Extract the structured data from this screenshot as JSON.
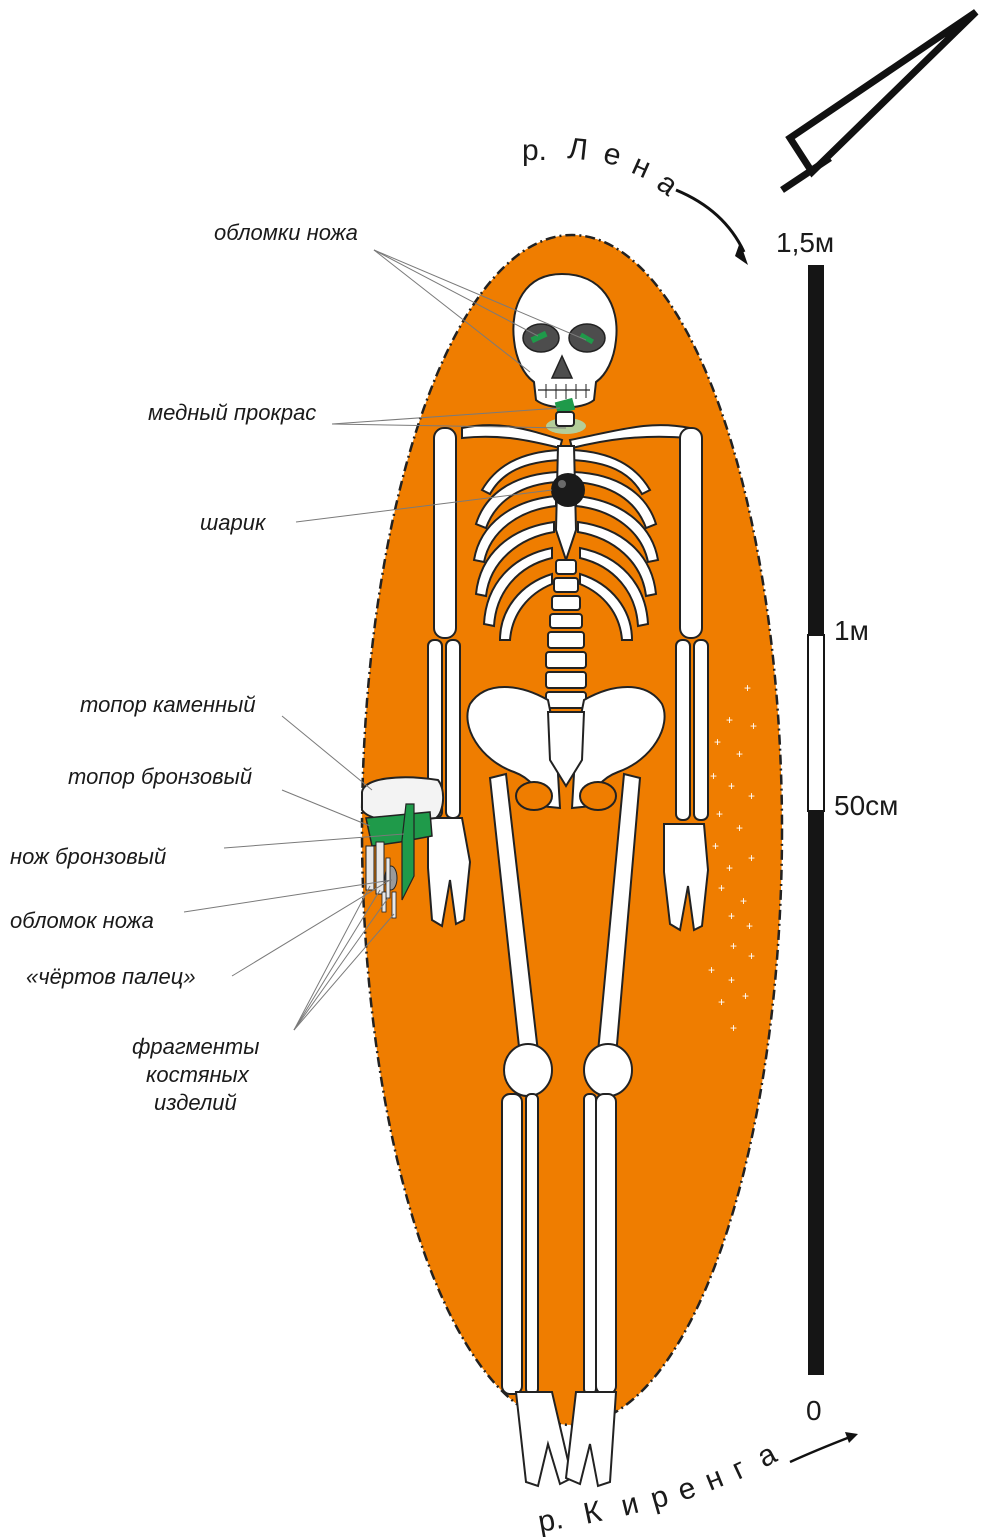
{
  "labels": {
    "knife_fragments": "обломки ножа",
    "copper_stain": "медный прокрас",
    "ball": "шарик",
    "stone_axe": "топор каменный",
    "bronze_axe": "топор бронзовый",
    "bronze_knife": "нож бронзовый",
    "knife_fragment": "обломок ножа",
    "devils_finger": "«чёртов палец»",
    "bone_fragments_1": "фрагменты",
    "bone_fragments_2": "костяных",
    "bone_fragments_3": "изделий"
  },
  "rivers": {
    "top_prefix": "р.",
    "top_letters": [
      "Л",
      "е",
      "н",
      "а"
    ],
    "bottom_prefix": "р.",
    "bottom_letters": [
      "К",
      "и",
      "р",
      "е",
      "н",
      "г",
      "а"
    ]
  },
  "scale": {
    "top": "1,5м",
    "one_m": "1м",
    "half_m": "50см",
    "zero": "0"
  },
  "colors": {
    "grave_fill": "#ef7d00",
    "bronze_green": "#1f9a4a",
    "bone": "#ffffff",
    "outline": "#222222"
  }
}
